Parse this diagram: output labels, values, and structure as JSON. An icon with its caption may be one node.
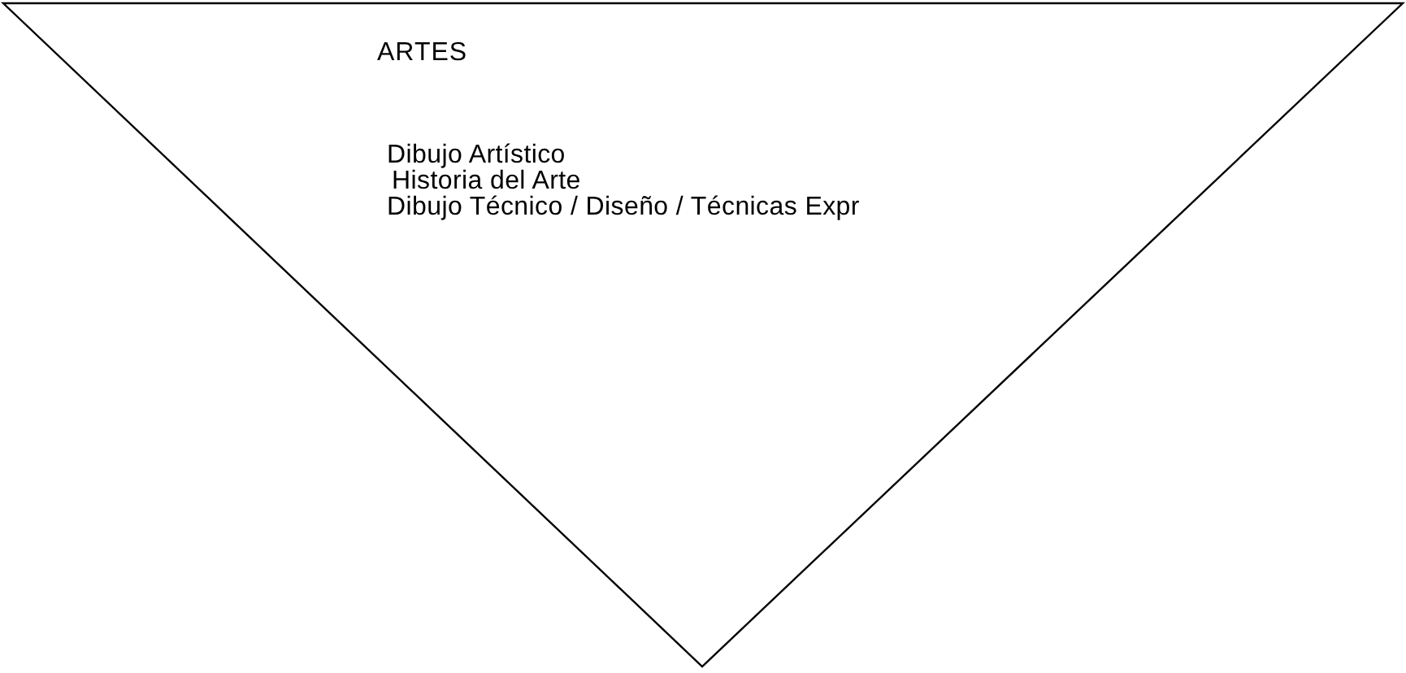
{
  "diagram": {
    "nodes": [
      {
        "text": [
          "ARTES",
          "Dibujo Artístico",
          "Historia del Arte",
          "Dibujo Técnico / Diseño / Técnicas Expr"
        ]
      }
    ]
  }
}
